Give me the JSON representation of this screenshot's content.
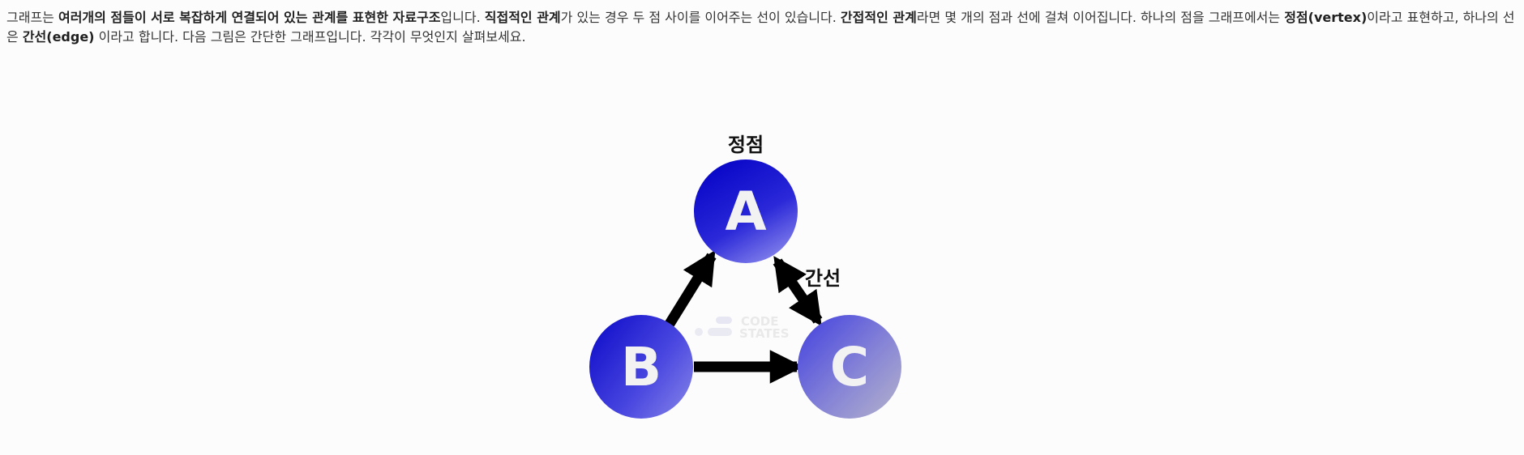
{
  "paragraph": {
    "s1": "그래프는 ",
    "b1": "여러개의 점들이 서로 복잡하게 연결되어 있는 관계를 표현한 자료구조",
    "s2": "입니다. ",
    "b2": "직접적인 관계",
    "s3": "가 있는 경우 두 점 사이를 이어주는 선이 있습니다. ",
    "b3": "간접적인 관계",
    "s4": "라면 몇 개의 점과 선에 걸쳐 이어집니다. 하나의 점을 그래프에서는 ",
    "b4": "정점(vertex)",
    "s5": "이라고 표현하고, 하나의 선은 ",
    "b5": "간선(edge)",
    "s6": " 이라고 합니다. 다음 그림은 간단한 그래프입니다. 각각이 무엇인지 살펴보세요."
  },
  "diagram": {
    "vertex_caption": "정점",
    "edge_caption": "간선",
    "nodes": [
      {
        "id": "A",
        "label": "A"
      },
      {
        "id": "B",
        "label": "B"
      },
      {
        "id": "C",
        "label": "C"
      }
    ],
    "edges": [
      {
        "from": "B",
        "to": "A",
        "direction": "one-way"
      },
      {
        "from": "A",
        "to": "C",
        "direction": "two-way"
      },
      {
        "from": "B",
        "to": "C",
        "direction": "one-way"
      }
    ],
    "watermark": {
      "line1": "CODE",
      "line2": "STATES"
    },
    "colors": {
      "node_dark": "#0a08c8",
      "node_mid": "#4a48e0",
      "node_light": "#a8a6d8",
      "edge": "#000000",
      "label_text": "#f2f2f2"
    }
  }
}
